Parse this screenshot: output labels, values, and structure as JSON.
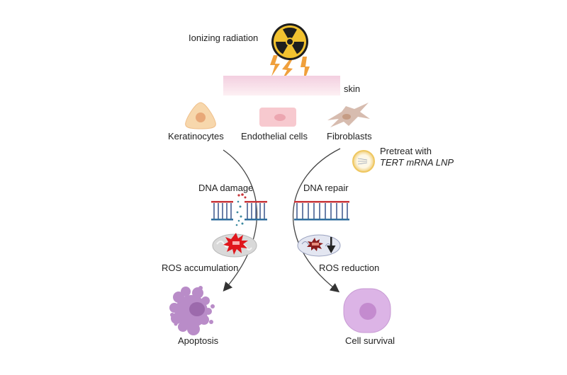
{
  "source": {
    "label": "Ionizing radiation",
    "icon": "radiation-icon"
  },
  "tissue": {
    "label": "skin"
  },
  "cell_types": [
    {
      "label": "Keratinocytes",
      "icon": "keratinocyte-icon"
    },
    {
      "label": "Endothelial cells",
      "icon": "endothelial-cell-icon"
    },
    {
      "label": "Fibroblasts",
      "icon": "fibroblast-icon"
    }
  ],
  "treatment": {
    "line1": "Pretreat with",
    "line2": "TERT mRNA LNP",
    "icon": "lipid-nanoparticle-icon"
  },
  "left_path": {
    "step1": "DNA damage",
    "step2": "ROS accumulation",
    "outcome": "Apoptosis"
  },
  "right_path": {
    "step1": "DNA repair",
    "step2": "ROS reduction",
    "outcome": "Cell survival"
  },
  "colors": {
    "radiation_yellow": "#f2c230",
    "lightning": "#f0a03c",
    "skin": "#fbe3ea",
    "dna_top": "#c8363a",
    "dna_bottom": "#2f6e9e",
    "ros_red": "#e0161c",
    "apoptotic_cell": "#b98cc8",
    "healthy_cell": "#dcb4e6"
  }
}
